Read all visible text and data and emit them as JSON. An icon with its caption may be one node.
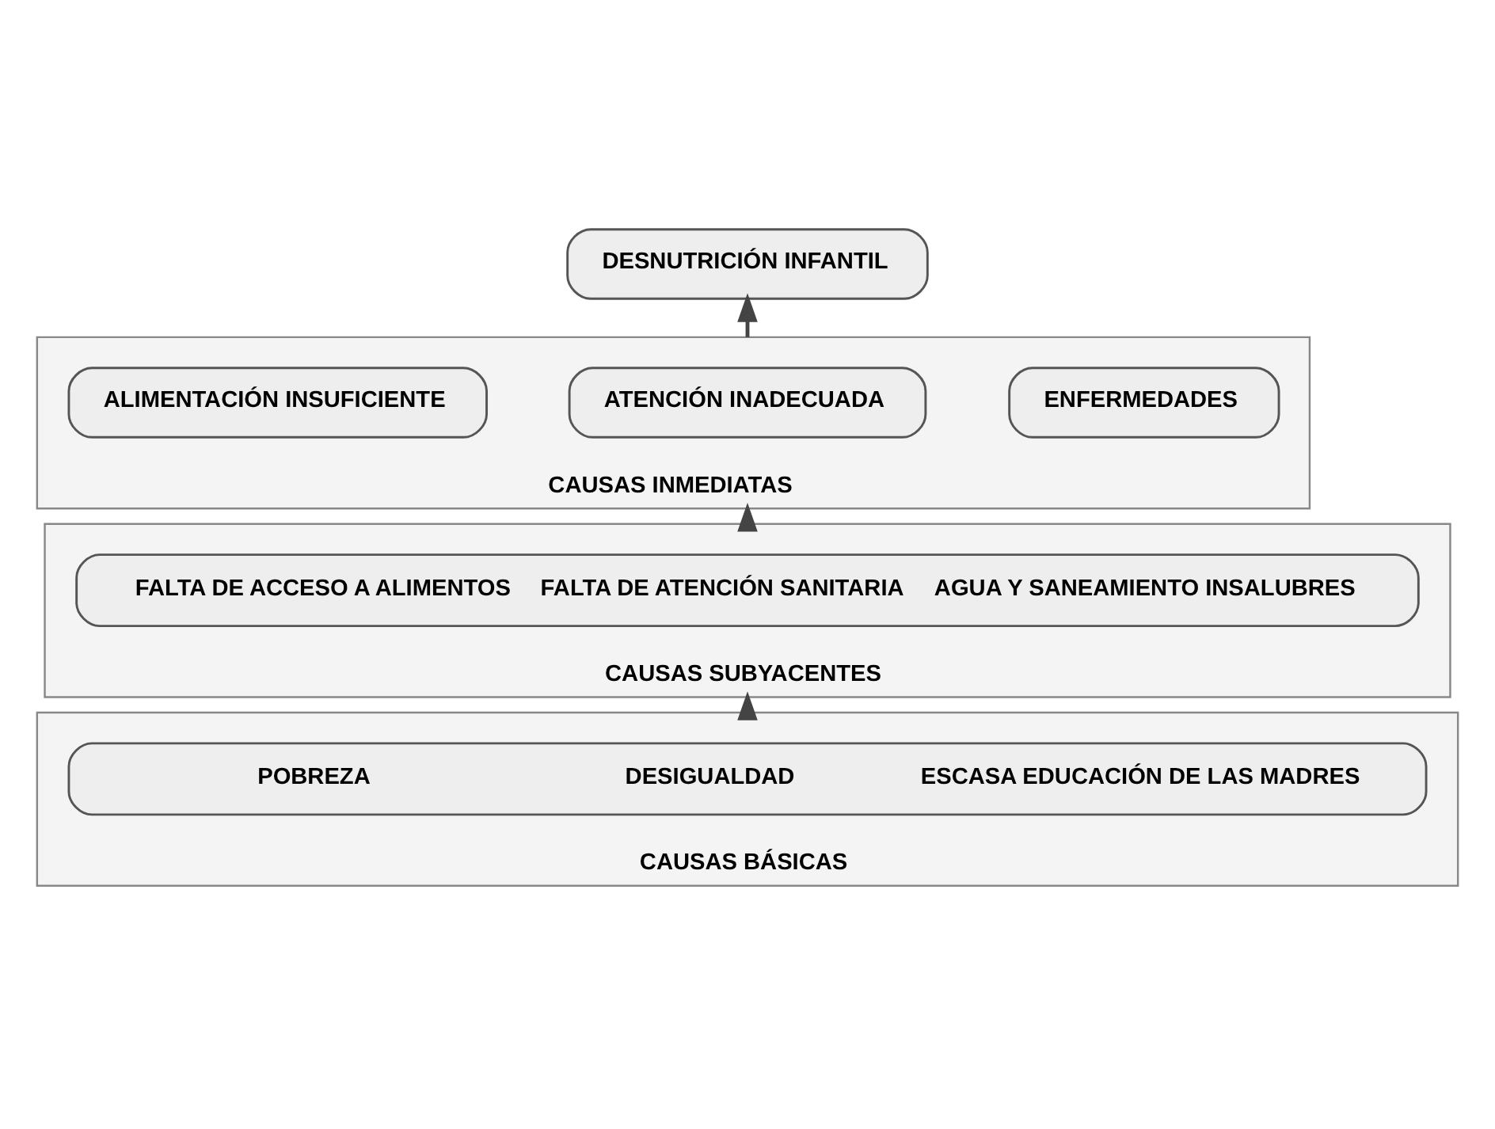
{
  "diagram": {
    "nodes": [
      {
        "text": [
          "DESNUTRICIÓN INFANTIL"
        ]
      },
      {
        "text": [
          "CAUSAS INMEDIATAS"
        ]
      },
      {
        "text": [
          "ALIMENTACIÓN INSUFICIENTE"
        ],
        "in": 1
      },
      {
        "text": [
          "ATENCIÓN INADECUADA"
        ],
        "in": 1
      },
      {
        "text": [
          "ENFERMEDADES"
        ],
        "in": 1
      },
      {
        "text": [
          "CAUSAS SUBYACENTES"
        ]
      },
      {
        "text": [
          "FALTA DE ACCESO A ALIMENTOS",
          "FALTA DE ATENCIÓN SANITARIA",
          "AGUA Y SANEAMIENTO INSALUBRES"
        ],
        "in": 5
      },
      {
        "text": [
          "CAUSAS BÁSICAS"
        ]
      },
      {
        "text": [
          "POBREZA",
          "DESIGUALDAD",
          "ESCASA EDUCACIÓN DE LAS MADRES"
        ],
        "in": 7
      }
    ],
    "edges": [
      {
        "from": 1,
        "to": 0,
        "arrow": "to"
      },
      {
        "from": 5,
        "to": 1,
        "arrow": "to"
      },
      {
        "from": 7,
        "to": 5,
        "arrow": "to"
      }
    ]
  }
}
